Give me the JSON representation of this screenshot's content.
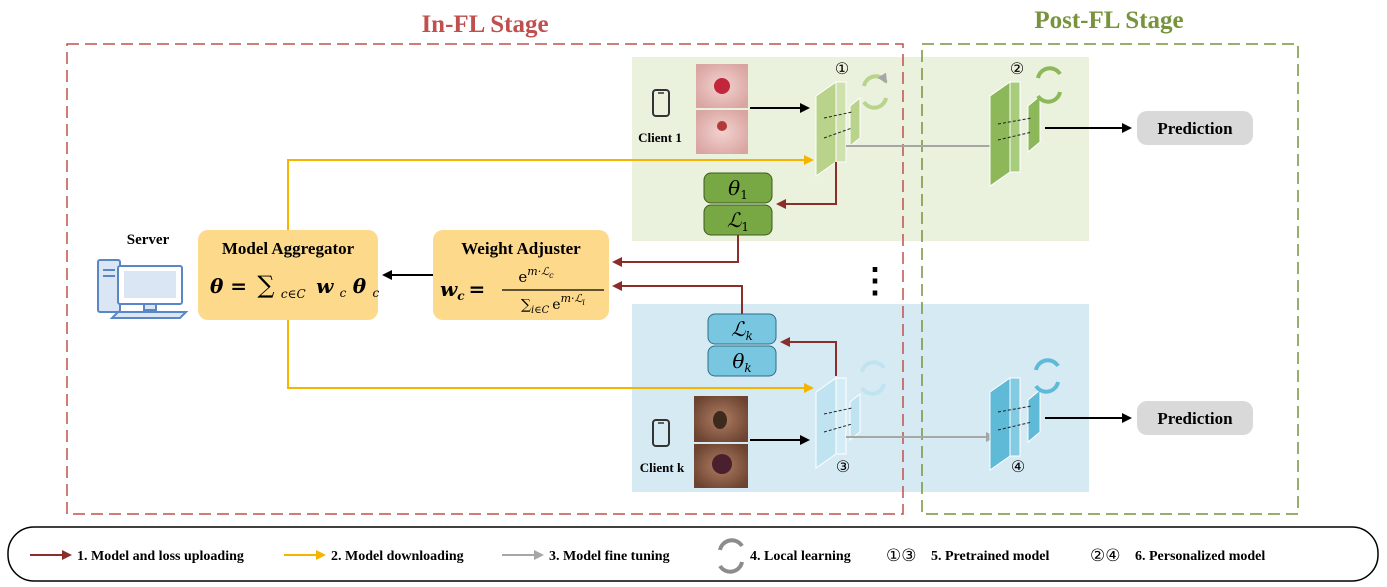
{
  "stages": {
    "in_fl": {
      "title": "In-FL Stage",
      "color": "#c0504d"
    },
    "post_fl": {
      "title": "Post-FL Stage",
      "color": "#77933c"
    }
  },
  "server": {
    "label": "Server",
    "icon": "desktop-computer-icon"
  },
  "aggregator": {
    "title": "Model Aggregator",
    "formula_lhs": "θ =",
    "formula_sum": "∑",
    "formula_sub": "c∈C",
    "formula_rhs": "w",
    "formula_rhs_sub": "c",
    "formula_theta": "θ",
    "formula_theta_sub": "c"
  },
  "adjuster": {
    "title": "Weight Adjuster",
    "formula_lhs": "w",
    "formula_lhs_sub": "c",
    "formula_eq": "=",
    "num_base": "e",
    "num_exp": "m·ℒ",
    "num_exp_sub": "c",
    "den_sum": "∑",
    "den_sub": "i∈C",
    "den_base": "e",
    "den_exp": "m·ℒ",
    "den_exp_sub": "i"
  },
  "client_1": {
    "label": "Client 1",
    "theta": "θ",
    "theta_sub": "1",
    "loss": "ℒ",
    "loss_sub": "1",
    "pretrained_marker": "①",
    "personalized_marker": "②"
  },
  "client_k": {
    "label": "Client k",
    "theta": "θ",
    "theta_sub": "k",
    "loss": "ℒ",
    "loss_sub": "k",
    "pretrained_marker": "③",
    "personalized_marker": "④"
  },
  "ellipsis": "⋮",
  "prediction_label": "Prediction",
  "legend": [
    {
      "label": "1. Model and loss uploading",
      "color": "#8b2e2a"
    },
    {
      "label": "2. Model downloading",
      "color": "#f5b400"
    },
    {
      "label": "3. Model fine tuning",
      "color": "#a6a6a6"
    },
    {
      "label": "4. Local learning",
      "icon": "circular-arrows-icon"
    },
    {
      "markers": "①③",
      "label": "5. Pretrained model"
    },
    {
      "markers": "②④",
      "label": "6. Personalized model"
    }
  ],
  "colors": {
    "upload": "#8b2e2a",
    "download": "#f5b400",
    "finetune": "#a6a6a6",
    "green_panel": "#eaf1dd",
    "green_model": "#b9d48a",
    "green_box": "#77a843",
    "blue_panel": "#d6eaf3",
    "blue_model": "#8fd0e6",
    "blue_box": "#79c6e0",
    "yellow_box": "#fdd98b"
  }
}
